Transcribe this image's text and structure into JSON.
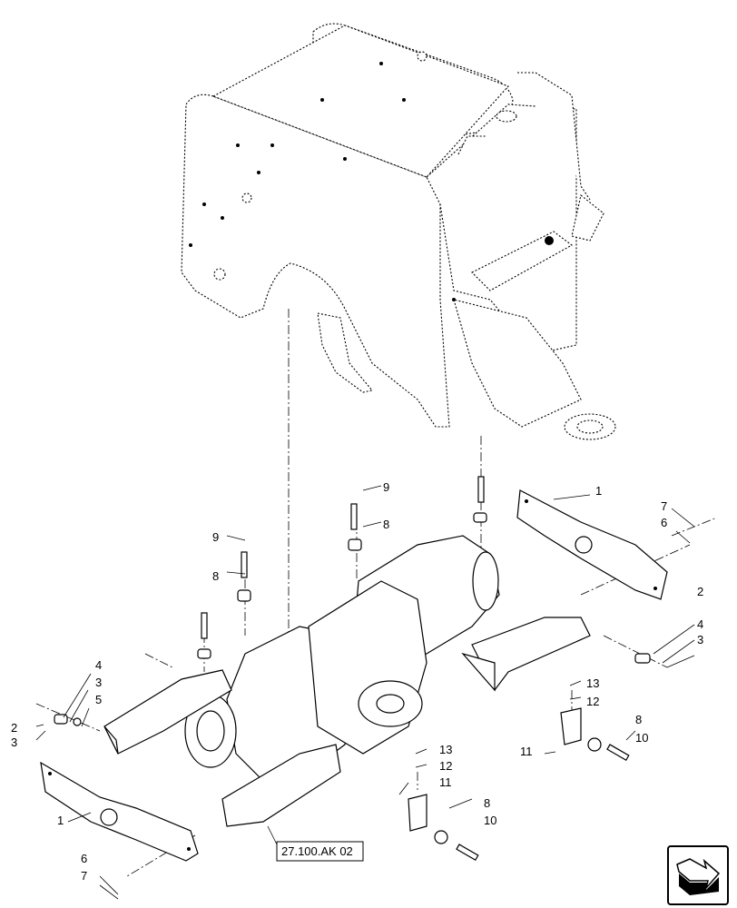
{
  "callouts": [
    {
      "label": "1"
    },
    {
      "label": "1"
    },
    {
      "label": "2"
    },
    {
      "label": "2"
    },
    {
      "label": "3"
    },
    {
      "label": "3"
    },
    {
      "label": "3"
    },
    {
      "label": "4"
    },
    {
      "label": "4"
    },
    {
      "label": "5"
    },
    {
      "label": "6"
    },
    {
      "label": "6"
    },
    {
      "label": "7"
    },
    {
      "label": "7"
    },
    {
      "label": "8"
    },
    {
      "label": "8"
    },
    {
      "label": "8"
    },
    {
      "label": "8"
    },
    {
      "label": "9"
    },
    {
      "label": "9"
    },
    {
      "label": "10"
    },
    {
      "label": "10"
    },
    {
      "label": "11"
    },
    {
      "label": "11"
    },
    {
      "label": "12"
    },
    {
      "label": "12"
    },
    {
      "label": "13"
    },
    {
      "label": "13"
    }
  ],
  "reference": "27.100.AK 02",
  "nav_icon": "next-page-arrow-icon"
}
